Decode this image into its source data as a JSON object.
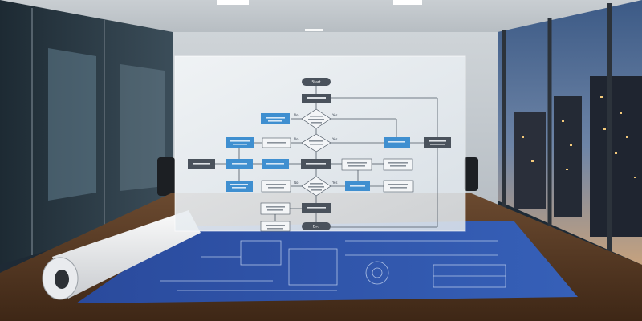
{
  "scene": {
    "description_free": true,
    "colors": {
      "node_dark": "#4a525c",
      "node_blue": "#3f8fd0",
      "node_light": "#f3f5f7",
      "line": "#4d5763",
      "panel": "#e9eef2",
      "blueprint": "#2f52a8",
      "wood": "#5a3a22"
    }
  },
  "flowchart": {
    "start": {
      "label": "Start"
    },
    "end": {
      "label": "End"
    },
    "edge_yes": "Yes",
    "edge_no": "No"
  }
}
